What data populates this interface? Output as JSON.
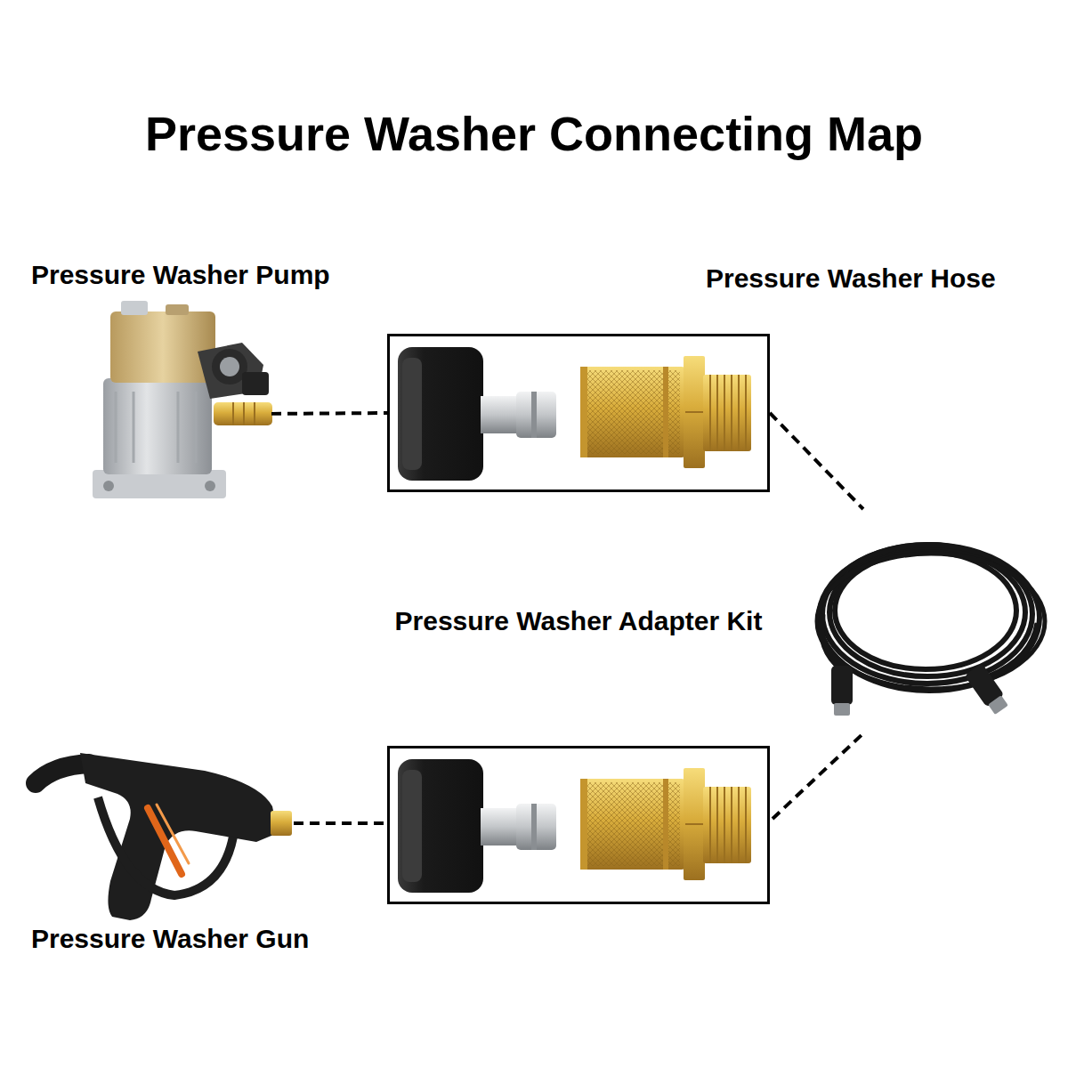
{
  "diagram": {
    "title": "Pressure Washer Connecting Map",
    "nodes": [
      {
        "text": [
          "Pressure Washer Pump"
        ]
      },
      {
        "text": [
          "Pressure Washer Hose"
        ]
      },
      {
        "text": [
          "Pressure Washer Adapter Kit"
        ]
      },
      {
        "text": [
          "Pressure Washer Gun"
        ]
      }
    ],
    "edges": [
      {
        "from": 0,
        "to": 2,
        "arrow": "none"
      },
      {
        "from": 2,
        "to": 1,
        "arrow": "none"
      }
    ]
  }
}
